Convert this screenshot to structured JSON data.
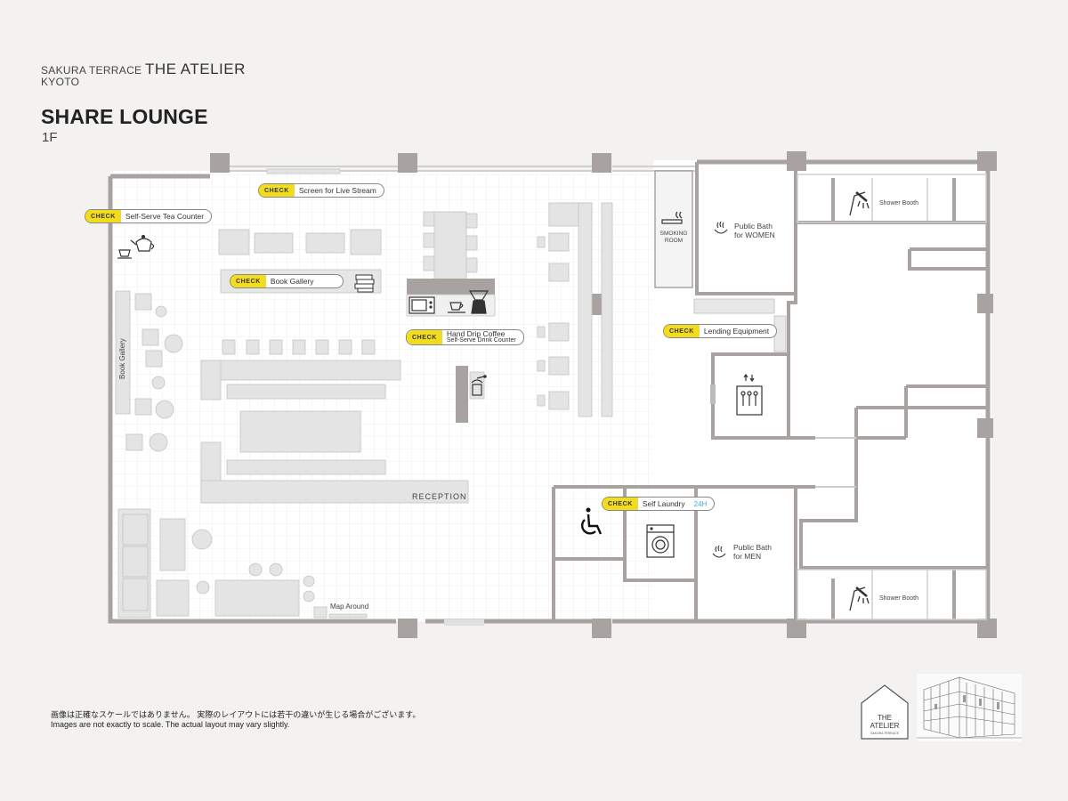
{
  "brand": {
    "line1_small": "SAKURA TERRACE",
    "line1_big": "THE ATELIER",
    "city": "KYOTO"
  },
  "page": {
    "title": "SHARE LOUNGE",
    "floor": "1F"
  },
  "callouts": {
    "check": "CHECK",
    "screen": "Screen for Live Stream",
    "tea": "Self-Serve Tea Counter",
    "book": "Book Gallery",
    "coffee": "Hand Drip Coffee",
    "coffee_sub": "Self-Serve Drink Counter",
    "lending": "Lending Equipment",
    "laundry": "Self Laundry",
    "laundry_24": "24H"
  },
  "labels": {
    "book_gallery_vertical": "Book Gallery",
    "reception": "RECEPTION",
    "map_around": "Map Around",
    "smoking_1": "SMOKING",
    "smoking_2": "ROOM",
    "bath_women_1": "Public Bath",
    "bath_women_2": "for WOMEN",
    "bath_men_1": "Public Bath",
    "bath_men_2": "for MEN",
    "shower_top": "Shower Booth",
    "shower_bottom": "Shower Booth"
  },
  "notes": {
    "jp": "画像は正確なスケールではありません。 実際のレイアウトには若干の違いが生じる場合がございます。",
    "en": "Images are not exactly to scale. The actual layout may vary slightly."
  },
  "logo": {
    "line1": "THE",
    "line2": "ATELIER",
    "sub": "SAKURA TERRACE"
  },
  "icons": [
    "teapot-icon",
    "teacup-icon",
    "books-icon",
    "microwave-icon",
    "coffee-cup-icon",
    "drip-coffee-icon",
    "coffee-grinder-icon",
    "cigarette-icon",
    "hot-spring-icon",
    "shower-icon",
    "elevator-icon",
    "wheelchair-icon",
    "washing-machine-icon"
  ],
  "colors": {
    "wall": "#a8a3a0",
    "check_yellow": "#f2dc1c",
    "furniture": "#e4e4e4",
    "laundry_blue": "#4aa7d8"
  }
}
